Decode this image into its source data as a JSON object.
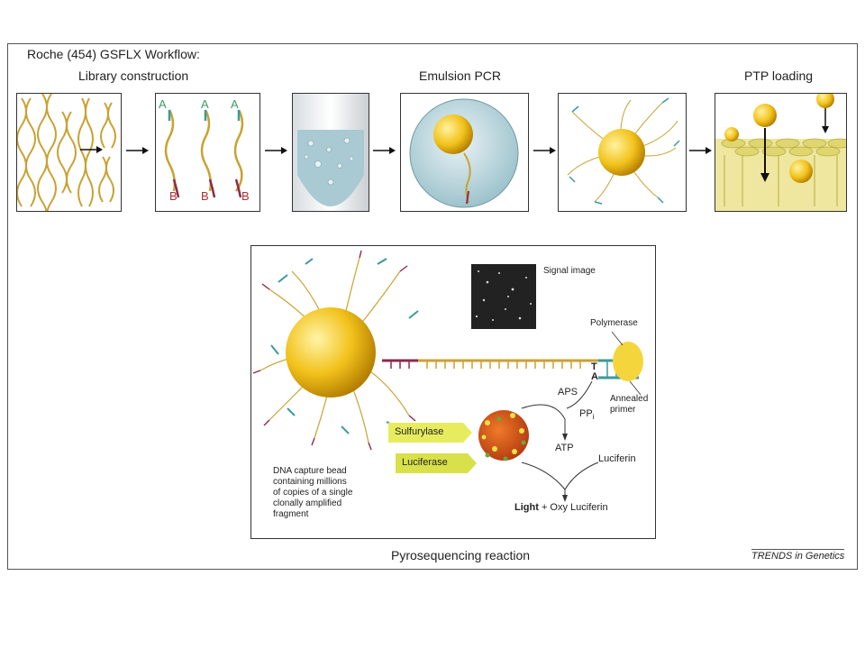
{
  "figure": {
    "title": "Roche (454) GSFLX Workflow:",
    "stages": {
      "library": "Library construction",
      "emulsion": "Emulsion PCR",
      "ptp": "PTP loading"
    },
    "adapter_labels": [
      "A",
      "A",
      "A",
      "B",
      "B",
      "B"
    ],
    "reaction": {
      "caption": "Pyrosequencing reaction",
      "signal_image": "Signal image",
      "polymerase": "Polymerase",
      "annealed_primer_line1": "Annealed",
      "annealed_primer_line2": "primer",
      "base_t": "T",
      "base_a": "A",
      "aps": "APS",
      "ppi": "PP",
      "ppi_sub": "i",
      "atp": "ATP",
      "luciferin": "Luciferin",
      "sulfurylase": "Sulfurylase",
      "luciferase": "Luciferase",
      "light": "Light",
      "oxy": "+ Oxy Luciferin",
      "bead_desc": [
        "DNA capture bead",
        "containing millions",
        "of copies of a single",
        "clonally amplified",
        "fragment"
      ]
    },
    "credit": "TRENDS in Genetics",
    "colors": {
      "bead": "#f2c21b",
      "dna": "#c9a233",
      "strand_teal": "#3a9a9a",
      "strand_red": "#8c2a4a",
      "label_bg": "#e7ec5e"
    }
  }
}
